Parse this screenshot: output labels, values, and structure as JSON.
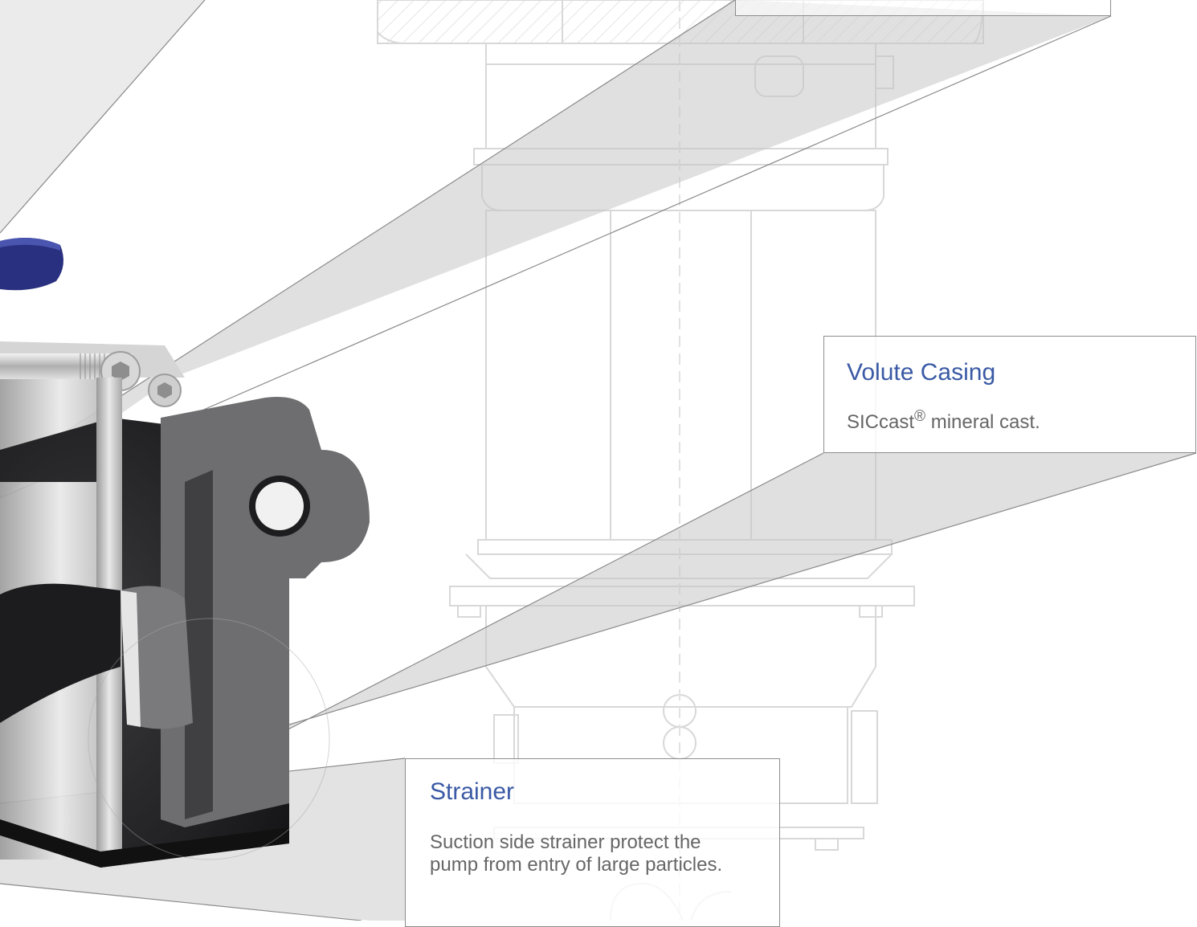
{
  "callouts": {
    "volute": {
      "title": "Volute Casing",
      "desc_prefix": "SICcast",
      "desc_mark": "®",
      "desc_suffix": " mineral cast."
    },
    "strainer": {
      "title": "Strainer",
      "desc": "Suction side strainer protect the pump from entry of large particles."
    }
  },
  "colors": {
    "title_blue": "#3a5aa5",
    "desc_gray": "#666666",
    "pump_dark": "#1c1c1e",
    "cast_gray": "#6e6e70",
    "steel": "#c9c9c9",
    "handle_blue": "#2a3080",
    "drawing_line": "#d6d6d6",
    "wedge_fill": "#b9b9b9"
  }
}
